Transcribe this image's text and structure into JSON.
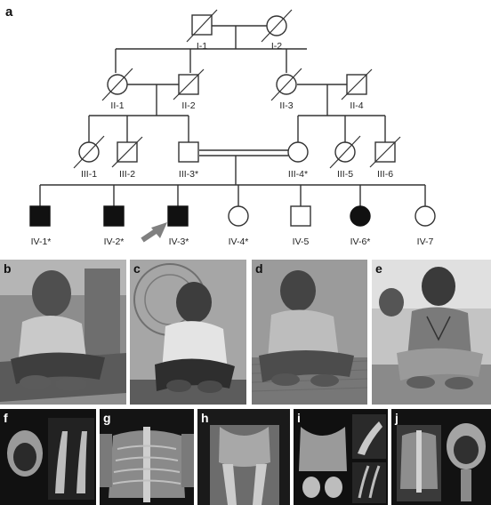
{
  "panel_letters": {
    "a": "a",
    "b": "b",
    "c": "c",
    "d": "d",
    "e": "e",
    "f": "f",
    "g": "g",
    "h": "h",
    "i": "i",
    "j": "j"
  },
  "pedigree": {
    "individuals": {
      "I1": "I-1",
      "I2": "I-2",
      "II1": "II-1",
      "II2": "II-2",
      "II3": "II-3",
      "II4": "II-4",
      "III1": "III-1",
      "III2": "III-2",
      "III3": "III-3*",
      "III4": "III-4*",
      "III5": "III-5",
      "III6": "III-6",
      "IV1": "IV-1*",
      "IV2": "IV-2*",
      "IV3": "IV-3*",
      "IV4": "IV-4*",
      "IV5": "IV-5",
      "IV6": "IV-6*",
      "IV7": "IV-7"
    },
    "colors": {
      "affected": "#111111",
      "unaffected": "#ffffff",
      "proband_arrow": "#808080"
    }
  }
}
